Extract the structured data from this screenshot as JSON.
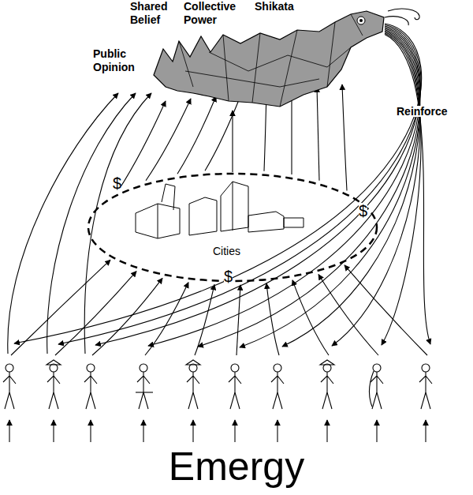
{
  "diagram": {
    "nodes": [
      {
        "text": [
          "Public Opinion",
          "Shared Belief",
          "Collective Power",
          "Shikata"
        ]
      },
      {
        "text": [
          "Cities"
        ]
      }
    ],
    "edges": [
      {
        "from": 1,
        "to": 0,
        "arrow": "to"
      }
    ],
    "labels": [
      "$",
      "$",
      "$",
      "Reinforce",
      "Emergy"
    ]
  }
}
